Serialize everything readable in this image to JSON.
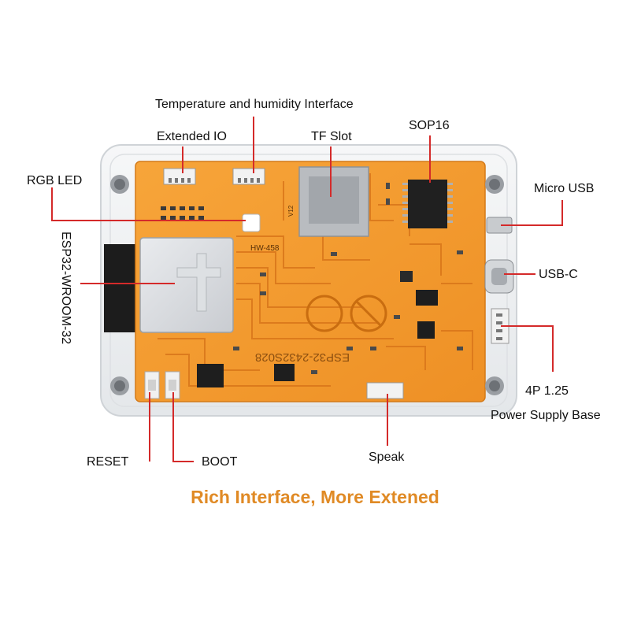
{
  "labels": {
    "temp_humidity": "Temperature and humidity Interface",
    "extended_io": "Extended IO",
    "tf_slot": "TF Slot",
    "sop16": "SOP16",
    "rgb_led": "RGB LED",
    "micro_usb": "Micro USB",
    "esp32": "ESP32-WROOM-32",
    "usb_c": "USB-C",
    "power_4p": "4P 1.25",
    "power_base": "Power Supply Base",
    "reset": "RESET",
    "boot": "BOOT",
    "speak": "Speak"
  },
  "board_print": {
    "model": "ESP32-2432S028",
    "hw_code": "HW-458",
    "v12": "V12"
  },
  "headline": "Rich Interface, More Extened",
  "colors": {
    "pcb": "#f39a2c",
    "trace": "#d9761a",
    "leader": "#d42a2a",
    "headline": "#e08a25",
    "acrylic": "#eef0f2"
  }
}
